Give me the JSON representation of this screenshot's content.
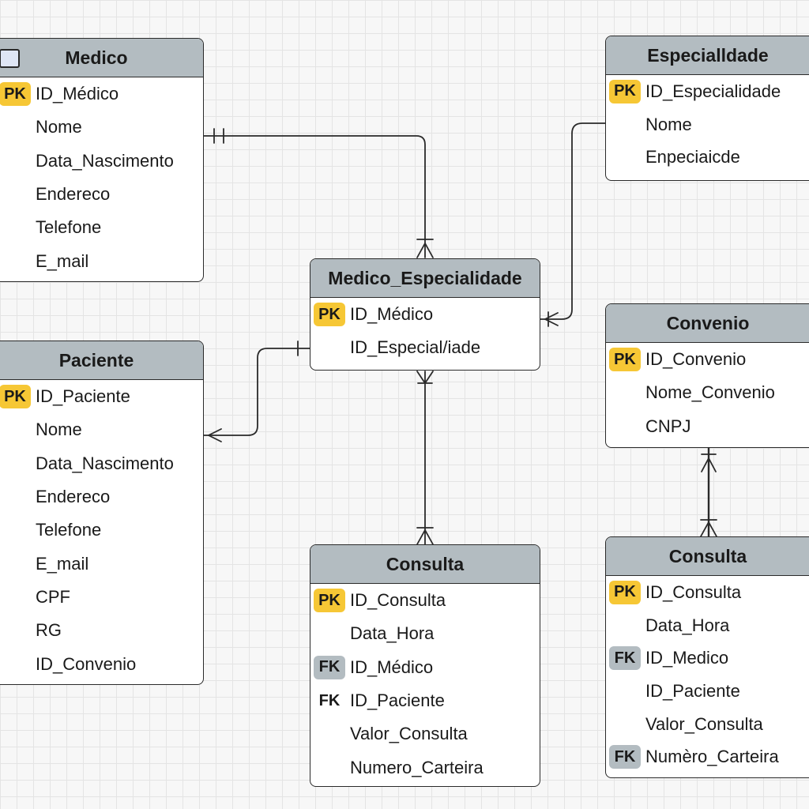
{
  "entities": {
    "medico": {
      "title": "Medico",
      "rows": [
        {
          "key": "PK",
          "label": "ID_Médico"
        },
        {
          "key": "",
          "label": "Nome"
        },
        {
          "key": "",
          "label": "Data_Nascimento"
        },
        {
          "key": "",
          "label": "Endereco"
        },
        {
          "key": "",
          "label": "Telefone"
        },
        {
          "key": "",
          "label": "E_mail"
        }
      ]
    },
    "especialidade": {
      "title": "Especialldade",
      "rows": [
        {
          "key": "PK",
          "label": "ID_Especialidade"
        },
        {
          "key": "",
          "label": "Nome"
        },
        {
          "key": "",
          "label": "Enpeciaicde"
        }
      ]
    },
    "medico_especialidade": {
      "title": "Medico_Especialidade",
      "rows": [
        {
          "key": "PK",
          "label": "ID_Médico"
        },
        {
          "key": "",
          "label": "ID_Especial/iade"
        }
      ]
    },
    "convenio": {
      "title": "Convenio",
      "rows": [
        {
          "key": "PK",
          "label": "ID_Convenio"
        },
        {
          "key": "",
          "label": "Nome_Convenio"
        },
        {
          "key": "",
          "label": "CNPJ"
        }
      ]
    },
    "paciente": {
      "title": "Paciente",
      "rows": [
        {
          "key": "PK",
          "label": "ID_Paciente"
        },
        {
          "key": "",
          "label": "Nome"
        },
        {
          "key": "",
          "label": "Data_Nascimento"
        },
        {
          "key": "",
          "label": "Endereco"
        },
        {
          "key": "",
          "label": "Telefone"
        },
        {
          "key": "",
          "label": "E_mail"
        },
        {
          "key": "",
          "label": "CPF"
        },
        {
          "key": "",
          "label": "RG"
        },
        {
          "key": "",
          "label": "ID_Convenio"
        }
      ]
    },
    "consulta_center": {
      "title": "Consulta",
      "rows": [
        {
          "key": "PK",
          "label": "ID_Consulta"
        },
        {
          "key": "",
          "label": "Data_Hora"
        },
        {
          "key": "FK",
          "label": "ID_Médico"
        },
        {
          "key": "FK*",
          "label": "ID_Paciente"
        },
        {
          "key": "",
          "label": "Valor_Consulta"
        },
        {
          "key": "",
          "label": "Numero_Carteira"
        }
      ]
    },
    "consulta_right": {
      "title": "Consulta",
      "rows": [
        {
          "key": "PK",
          "label": "ID_Consulta"
        },
        {
          "key": "",
          "label": "Data_Hora"
        },
        {
          "key": "FK",
          "label": "ID_Medico"
        },
        {
          "key": "",
          "label": "ID_Paciente"
        },
        {
          "key": "",
          "label": "Valor_Consulta"
        },
        {
          "key": "FK",
          "label": "Numèro_Carteira"
        }
      ]
    }
  },
  "colors": {
    "header": "#b3bcc1",
    "pk_badge": "#f6c735",
    "fk_badge": "#b3bcc1",
    "line": "#2a2a2a"
  }
}
